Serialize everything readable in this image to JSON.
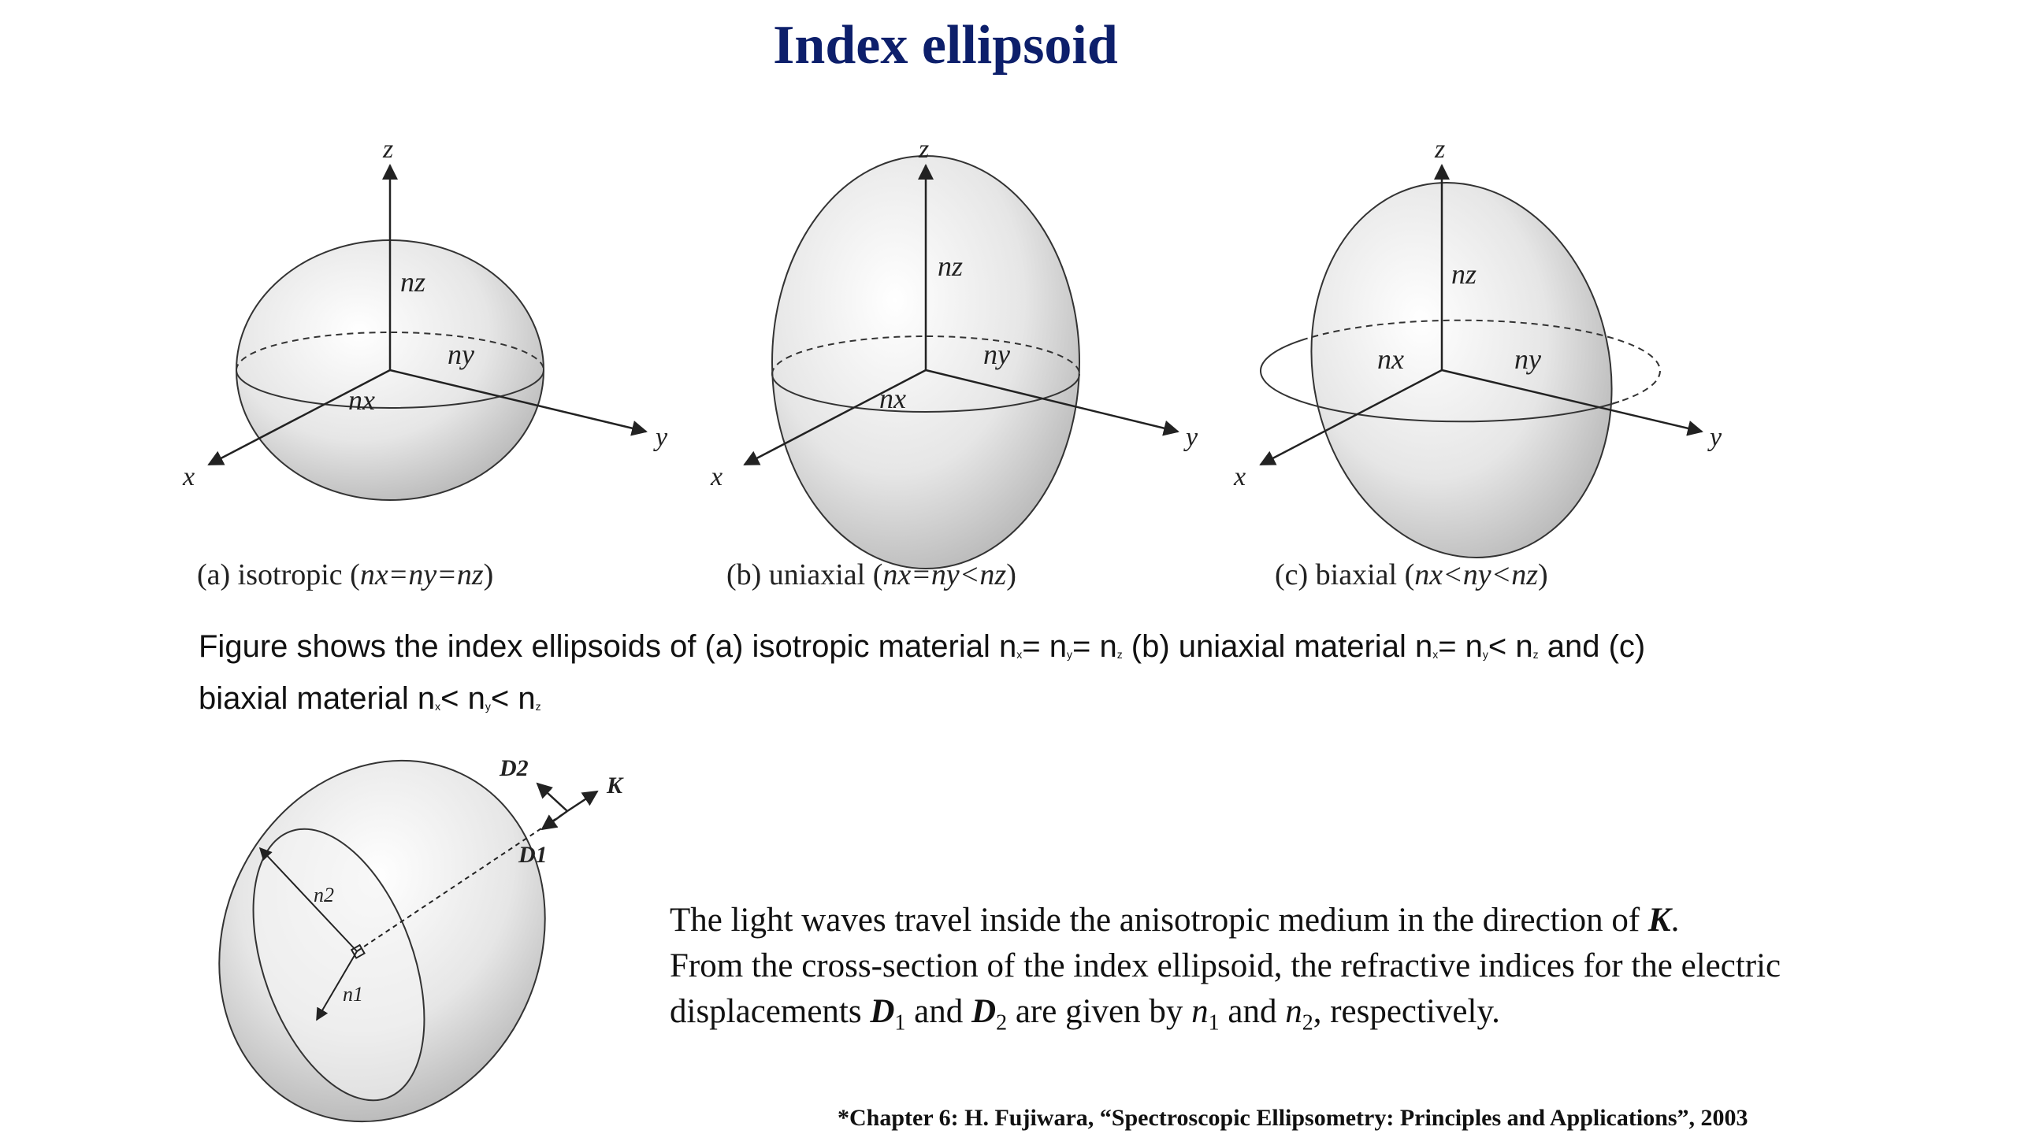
{
  "title": "Index ellipsoid",
  "figures": [
    {
      "caption_prefix": "(a) isotropic (",
      "caption_math": "nx=ny=nz",
      "caption_suffix": ")",
      "labels": {
        "x": "x",
        "y": "y",
        "z": "z",
        "nx": "nx",
        "ny": "ny",
        "nz": "nz"
      }
    },
    {
      "caption_prefix": "(b) uniaxial (",
      "caption_math": "nx=ny<nz",
      "caption_suffix": ")",
      "labels": {
        "x": "x",
        "y": "y",
        "z": "z",
        "nx": "nx",
        "ny": "ny",
        "nz": "nz"
      }
    },
    {
      "caption_prefix": "(c) biaxial (",
      "caption_math": "nx<ny<nz",
      "caption_suffix": ")",
      "labels": {
        "x": "x",
        "y": "y",
        "z": "z",
        "nx": "nx",
        "ny": "ny",
        "nz": "nz"
      }
    }
  ],
  "description": {
    "part1": "Figure shows the index ellipsoids of (a) isotropic material n",
    "part2": "= n",
    "part3": "= n",
    "part4": " (b) uniaxial material n",
    "part5": "= n",
    "part6": "< n",
    "part7": " and (c)",
    "part8": "biaxial material n",
    "part9": "< n",
    "part10": "< n",
    "sub_x": "x",
    "sub_y": "y",
    "sub_z": "z"
  },
  "cross_section": {
    "labels": {
      "D1": "D1",
      "D2": "D2",
      "K": "K",
      "n1": "n1",
      "n2": "n2"
    }
  },
  "explanation": {
    "line1_a": "The light waves travel inside the anisotropic medium in the direction of ",
    "line1_K": "K",
    "line1_b": ".",
    "line2": "From the cross-section of the index ellipsoid, the refractive indices for the electric",
    "line3_a": "displacements ",
    "D": "D",
    "sub1": "1",
    "sub2": "2",
    "and": " and ",
    "line3_b": " are given by ",
    "n": "n",
    "line3_c": ", respectively."
  },
  "citation": "*Chapter 6: H. Fujiwara, “Spectroscopic Ellipsometry: Principles and Applications”, 2003"
}
